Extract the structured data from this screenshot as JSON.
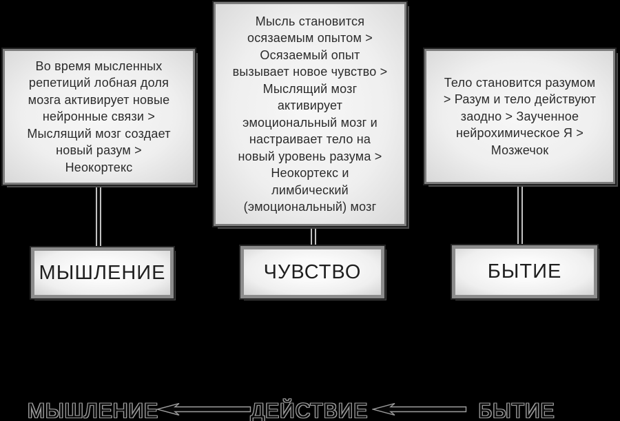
{
  "diagram": {
    "top_boxes": [
      {
        "name": "thinking-description",
        "text": "Во время мысленных\nрепетиций лобная доля\nмозга активирует новые\nнейронные связи >\nМыслящий мозг создает\nновый разум >\nНеокортекс"
      },
      {
        "name": "feeling-description",
        "text": "Мысль становится\nосязаемым опытом >\nОсязаемый опыт\nвызывает новое чувство >\nМыслящий мозг\nактивирует\nэмоциональный мозг и\nнастраивает тело на\nновый уровень разума >\nНеокортекс и\nлимбический\n(эмоциональный) мозг"
      },
      {
        "name": "being-description",
        "text": "Тело становится разумом\n> Разум и тело действуют\nзаодно > Заученное\nнейрохимическое Я >\nМозжечок"
      }
    ],
    "labels": [
      {
        "name": "thinking",
        "text": "МЫШЛЕНИЕ"
      },
      {
        "name": "feeling",
        "text": "ЧУВСТВО"
      },
      {
        "name": "being",
        "text": "БЫТИЕ"
      }
    ],
    "bottom_row": {
      "left_word": "МЫШЛЕНИЕ",
      "middle_word": "ДЕЙСТВИЕ",
      "right_word": "БЫТИЕ"
    },
    "colors": {
      "background": "#000000",
      "box_fill_center": "#f7f7f7",
      "box_fill_edge": "#d6d6d6",
      "box_border": "#7d7d7d",
      "label_border": "#8c8c8c",
      "text": "#2b2b2b",
      "outline_text": "#9d9d9d",
      "connector_edge": "#c2c2c2",
      "shadow": "#4a4a4a"
    }
  }
}
